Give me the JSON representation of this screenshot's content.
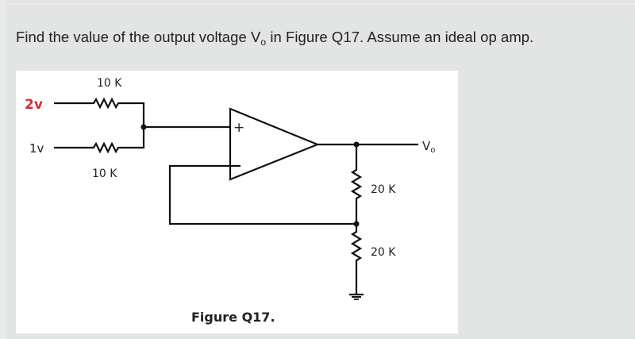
{
  "question": {
    "text_before": "Find the value of the output voltage V",
    "subscript": "o",
    "text_after": " in Figure Q17. Assume an ideal op amp."
  },
  "figure": {
    "caption": "Figure Q17.",
    "inputs": [
      {
        "label": "2v",
        "color": "#d0303a"
      },
      {
        "label": "1v",
        "color": "#222222"
      }
    ],
    "resistors": {
      "r_top": "10 K",
      "r_bottom": "10 K",
      "r_feedback_upper": "20 K",
      "r_feedback_lower": "20 K"
    },
    "opamp": {
      "plus_symbol": "+"
    },
    "output_label": "V",
    "output_subscript": "o"
  }
}
